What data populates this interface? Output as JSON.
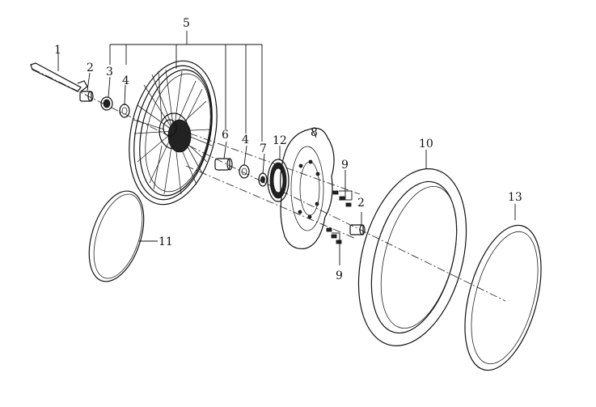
{
  "callouts": {
    "c1": "1",
    "c2a": "2",
    "c2b": "2",
    "c3": "3",
    "c4a": "4",
    "c4b": "4",
    "c5": "5",
    "c6": "6",
    "c7": "7",
    "c8": "8",
    "c9a": "9",
    "c9b": "9",
    "c10": "10",
    "c11": "11",
    "c12": "12",
    "c13": "13"
  }
}
